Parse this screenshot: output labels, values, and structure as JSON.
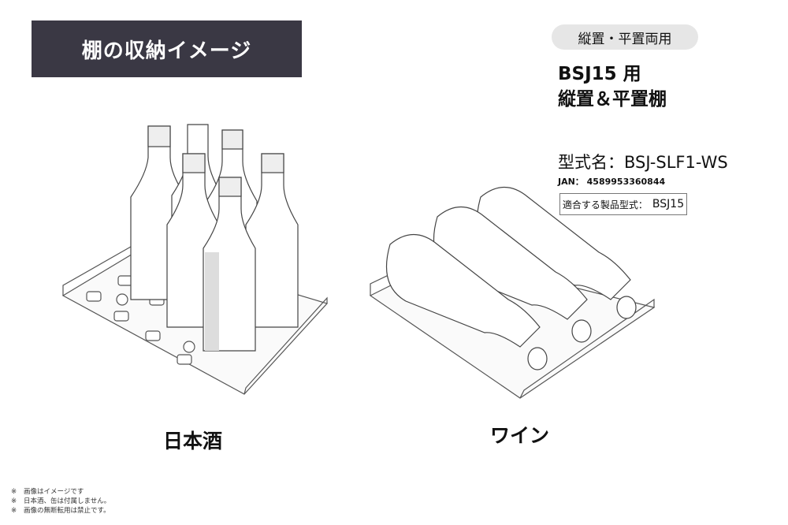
{
  "title": "棚の収納イメージ",
  "badge": "縦置・平置両用",
  "product": {
    "line1": "BSJ15 用",
    "line2": "縦置＆平置棚"
  },
  "model": "型式名：BSJ-SLF1-WS",
  "jan": "JAN： 4589953360844",
  "compatible": {
    "label": "適合する製品型式：",
    "value": "BSJ15"
  },
  "captions": {
    "sake": "日本酒",
    "wine": "ワイン"
  },
  "notes": [
    {
      "mark": "※",
      "text": "画像はイメージです"
    },
    {
      "mark": "※",
      "text": "日本酒、缶は付属しません。"
    },
    {
      "mark": "※",
      "text": "画像の無断転用は禁止です。"
    }
  ]
}
